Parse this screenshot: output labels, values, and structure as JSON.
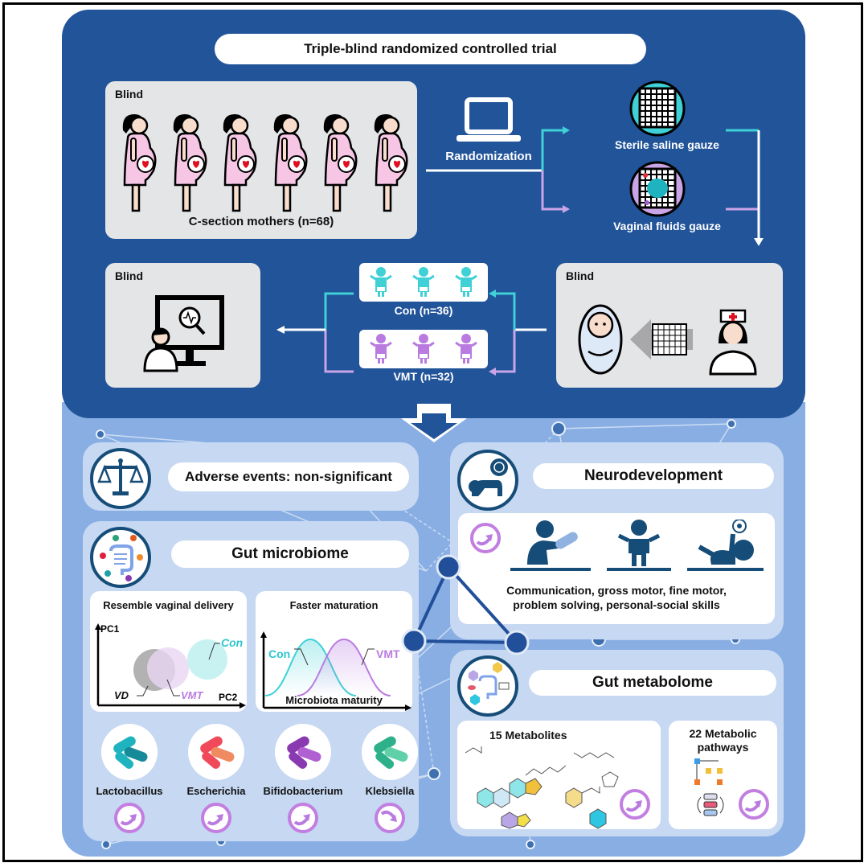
{
  "colors": {
    "top_panel": "#22549a",
    "bottom_panel": "#88aee3",
    "card": "#c6d8f2",
    "con": "#3fd1d6",
    "vmt": "#b97be0",
    "dark_icon": "#164d78",
    "gray_box": "#e4e5e7"
  },
  "header": {
    "title": "Triple-blind randomized controlled trial"
  },
  "enrollment": {
    "blind_label": "Blind",
    "caption": "C-section mothers (n=68)",
    "mother_count": 6
  },
  "randomization": {
    "label": "Randomization",
    "icon": "laptop-icon"
  },
  "arms": {
    "saline": {
      "label": "Sterile saline gauze",
      "icon": "gauze-icon"
    },
    "vaginal": {
      "label": "Vaginal fluids gauze",
      "icon": "gauze-with-microbes-icon"
    }
  },
  "intervention_box": {
    "blind_label": "Blind",
    "icons": [
      "swaddled-infant-icon",
      "gauze-icon",
      "nurse-icon"
    ]
  },
  "groups": {
    "con": {
      "label": "Con (n=36)",
      "infant_count": 3
    },
    "vmt": {
      "label": "VMT (n=32)",
      "infant_count": 3
    }
  },
  "assessment_box": {
    "blind_label": "Blind",
    "icon": "researcher-monitor-icon"
  },
  "outcomes": {
    "adverse": {
      "label": "Adverse events: non-significant",
      "icon": "scales-icon"
    },
    "microbiome": {
      "label": "Gut microbiome",
      "icon": "gut-microbes-icon",
      "pca": {
        "title": "Resemble vaginal delivery",
        "y_axis": "PC1",
        "x_axis": "PC2",
        "groups": [
          "VD",
          "VMT",
          "Con"
        ]
      },
      "maturation": {
        "title": "Faster maturation",
        "x_axis": "Microbiota maturity",
        "curves": [
          "Con",
          "VMT"
        ]
      },
      "taxa": [
        {
          "name": "Lactobacillus",
          "trend": "increase"
        },
        {
          "name": "Escherichia",
          "trend": "increase"
        },
        {
          "name": "Bifidobacterium",
          "trend": "increase"
        },
        {
          "name": "Klebsiella",
          "trend": "decrease"
        }
      ]
    },
    "neuro": {
      "label": "Neurodevelopment",
      "icon": "crawling-baby-brain-icon",
      "trend": "increase",
      "skills_line1": "Communication, gross motor, fine motor,",
      "skills_line2": "problem solving,  personal-social skills"
    },
    "metabolome": {
      "label": "Gut metabolome",
      "icon": "metabolome-icon",
      "metabolites": {
        "label": "15 Metabolites",
        "trend": "increase"
      },
      "pathways": {
        "label_line1": "22 Metabolic",
        "label_line2": "pathways",
        "trend": "increase"
      }
    }
  }
}
